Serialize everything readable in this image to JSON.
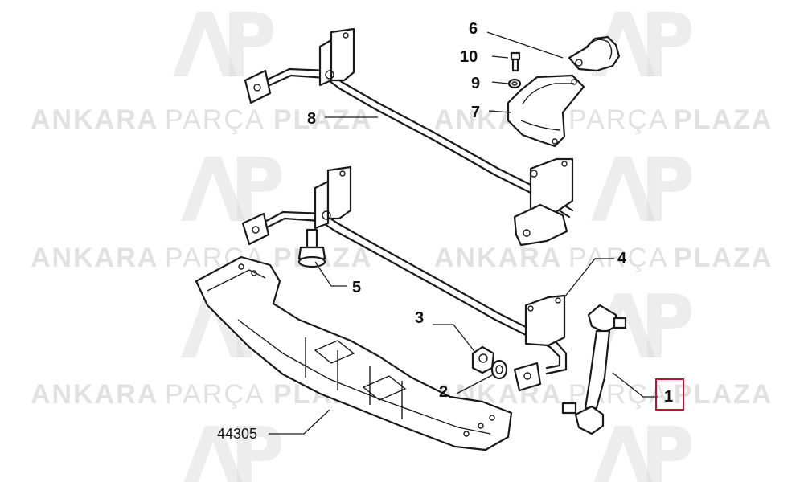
{
  "watermark": {
    "text_1": "ANKARA",
    "text_2": "PARÇA",
    "text_3": "PLAZA",
    "color": "#c9c9c9"
  },
  "callouts": [
    {
      "id": "1",
      "label": "1",
      "highlighted": true
    },
    {
      "id": "2",
      "label": "2"
    },
    {
      "id": "3",
      "label": "3"
    },
    {
      "id": "4",
      "label": "4"
    },
    {
      "id": "5",
      "label": "5"
    },
    {
      "id": "6",
      "label": "6"
    },
    {
      "id": "7",
      "label": "7"
    },
    {
      "id": "8",
      "label": "8"
    },
    {
      "id": "9",
      "label": "9"
    },
    {
      "id": "10",
      "label": "10"
    },
    {
      "id": "44305",
      "label": "44305"
    }
  ],
  "highlight_color": "#c8102e"
}
